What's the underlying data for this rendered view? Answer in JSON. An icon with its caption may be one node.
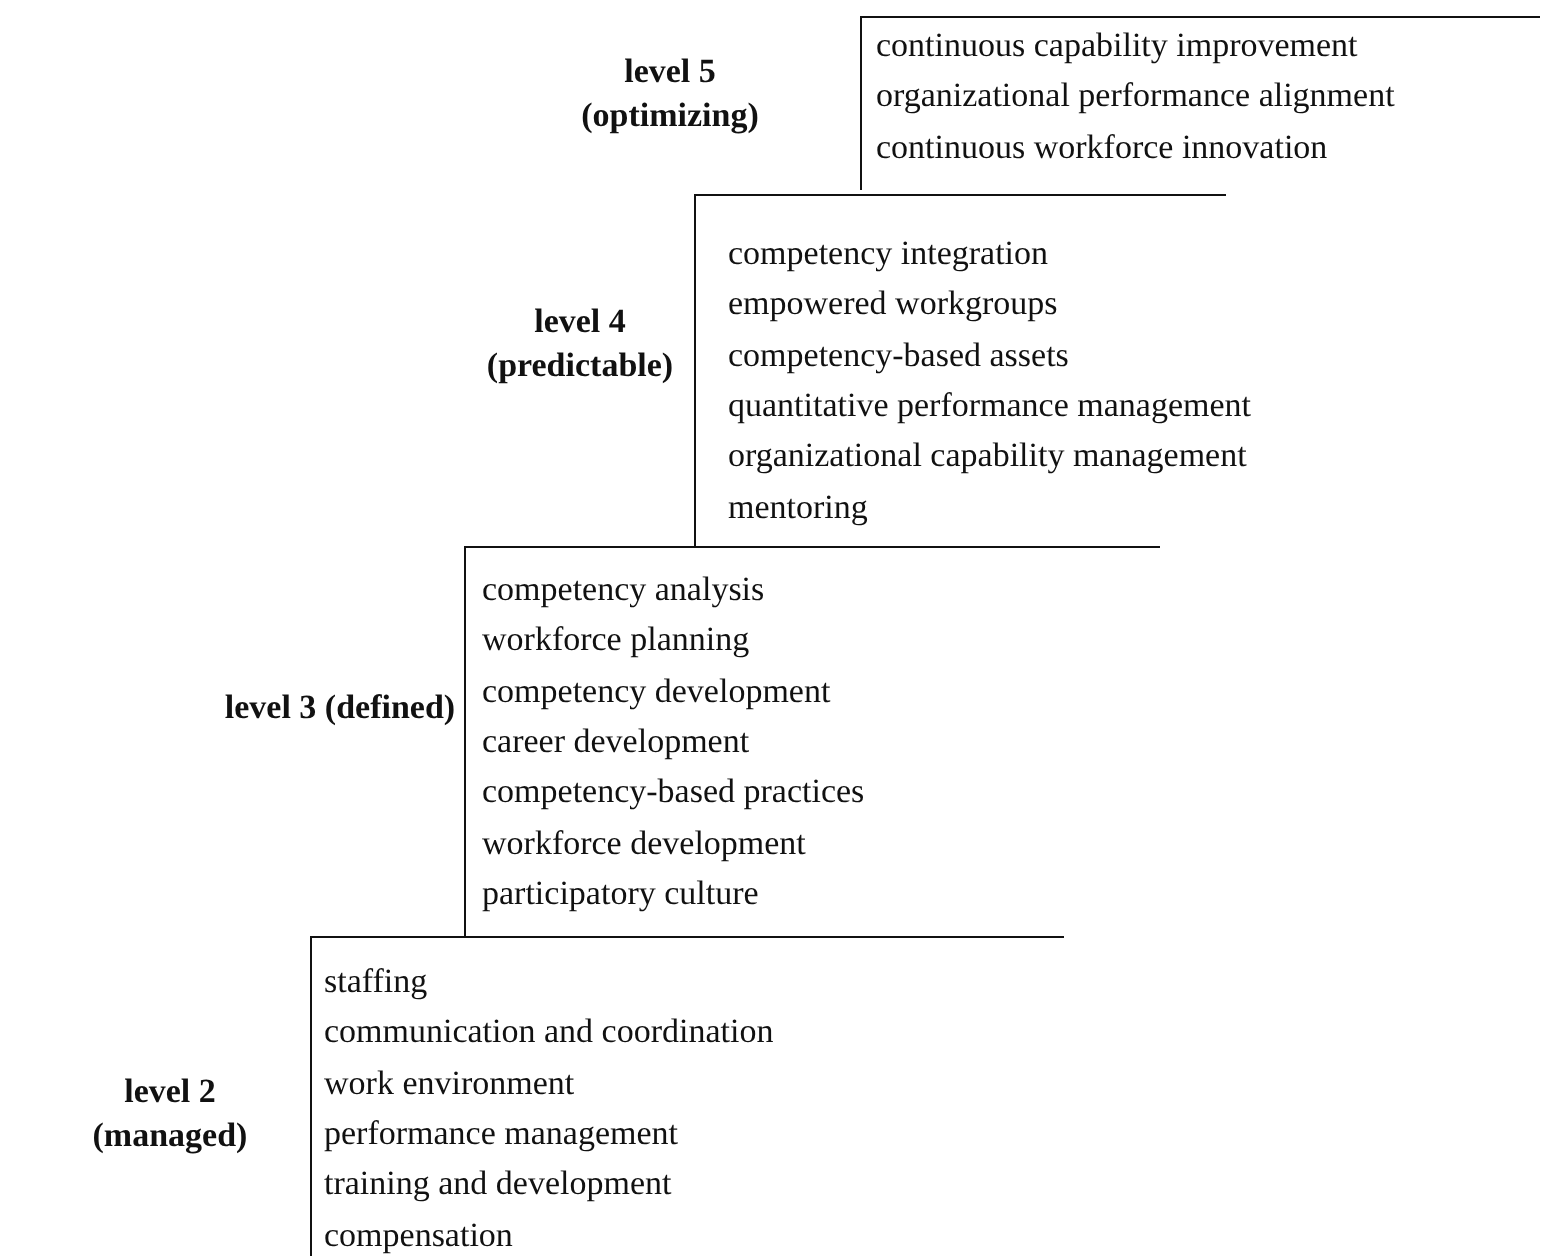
{
  "diagram": {
    "nodes": [
      {
        "text": [
          "level 5 (optimizing)",
          "continuous capability improvement",
          "organizational performance alignment",
          "continuous workforce innovation"
        ]
      },
      {
        "text": [
          "level 4 (predictable)",
          "competency integration",
          "empowered workgroups",
          "competency-based assets",
          "quantitative performance management",
          "organizational capability management",
          "mentoring"
        ]
      },
      {
        "text": [
          "level 3 (defined)",
          "competency analysis",
          "workforce planning",
          "competency development",
          "career development",
          "competency-based practices",
          "workforce development",
          "participatory culture"
        ]
      },
      {
        "text": [
          "level 2 (managed)",
          "staffing",
          "communication and coordination",
          "work environment",
          "performance management",
          "training and development",
          "compensation"
        ]
      }
    ],
    "edges": []
  }
}
